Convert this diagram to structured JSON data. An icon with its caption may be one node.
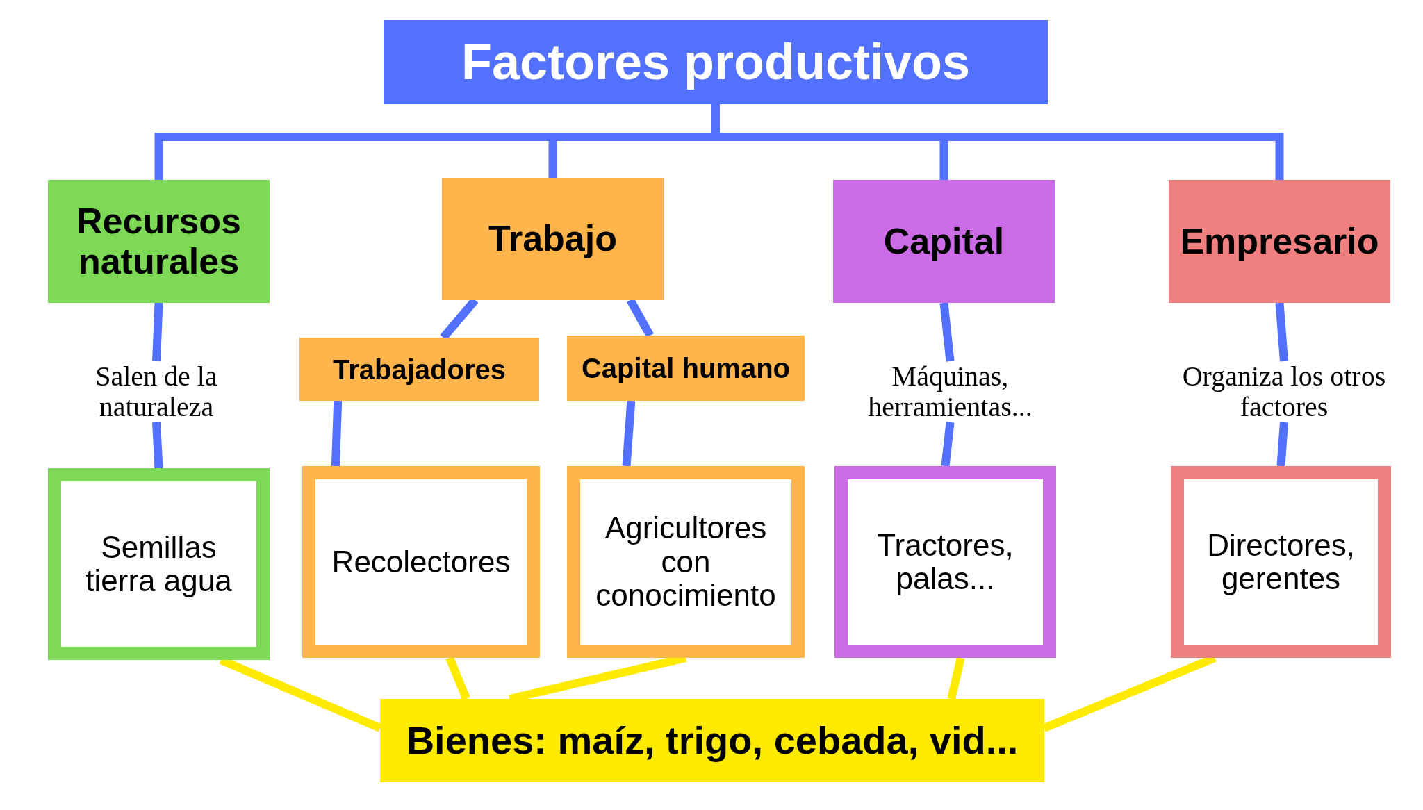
{
  "diagram": {
    "nodes": [
      {
        "text": [
          "Factores productivos"
        ]
      },
      {
        "text": [
          "Recursos naturales"
        ]
      },
      {
        "text": [
          "Trabajo"
        ]
      },
      {
        "text": [
          "Capital"
        ]
      },
      {
        "text": [
          "Empresario"
        ]
      },
      {
        "text": [
          "Salen de la naturaleza"
        ]
      },
      {
        "text": [
          "Trabajadores"
        ]
      },
      {
        "text": [
          "Capital humano"
        ]
      },
      {
        "text": [
          "Máquinas, herramientas..."
        ]
      },
      {
        "text": [
          "Organiza los otros factores"
        ]
      },
      {
        "text": [
          "Semillas tierra agua"
        ]
      },
      {
        "text": [
          "Recolectores"
        ]
      },
      {
        "text": [
          "Agricultores con conocimiento"
        ]
      },
      {
        "text": [
          "Tractores, palas..."
        ]
      },
      {
        "text": [
          "Directores, gerentes"
        ]
      },
      {
        "text": [
          "Bienes: maíz, trigo, cebada, vid..."
        ]
      }
    ],
    "edges": [
      {
        "from": 0,
        "to": 1,
        "arrow": "none"
      },
      {
        "from": 0,
        "to": 2,
        "arrow": "none"
      },
      {
        "from": 0,
        "to": 3,
        "arrow": "none"
      },
      {
        "from": 0,
        "to": 4,
        "arrow": "none"
      },
      {
        "from": 1,
        "to": 5,
        "arrow": "none"
      },
      {
        "from": 5,
        "to": 10,
        "arrow": "none"
      },
      {
        "from": 2,
        "to": 6,
        "arrow": "none"
      },
      {
        "from": 2,
        "to": 7,
        "arrow": "none"
      },
      {
        "from": 6,
        "to": 11,
        "arrow": "none"
      },
      {
        "from": 7,
        "to": 12,
        "arrow": "none"
      },
      {
        "from": 3,
        "to": 8,
        "arrow": "none"
      },
      {
        "from": 8,
        "to": 13,
        "arrow": "none"
      },
      {
        "from": 4,
        "to": 9,
        "arrow": "none"
      },
      {
        "from": 9,
        "to": 14,
        "arrow": "none"
      },
      {
        "from": 10,
        "to": 15,
        "arrow": "none",
        "color": "#ffeb00"
      },
      {
        "from": 11,
        "to": 15,
        "arrow": "none",
        "color": "#ffeb00"
      },
      {
        "from": 12,
        "to": 15,
        "arrow": "none",
        "color": "#ffeb00"
      },
      {
        "from": 13,
        "to": 15,
        "arrow": "none",
        "color": "#ffeb00"
      },
      {
        "from": 14,
        "to": 15,
        "arrow": "none",
        "color": "#ffeb00"
      }
    ]
  }
}
